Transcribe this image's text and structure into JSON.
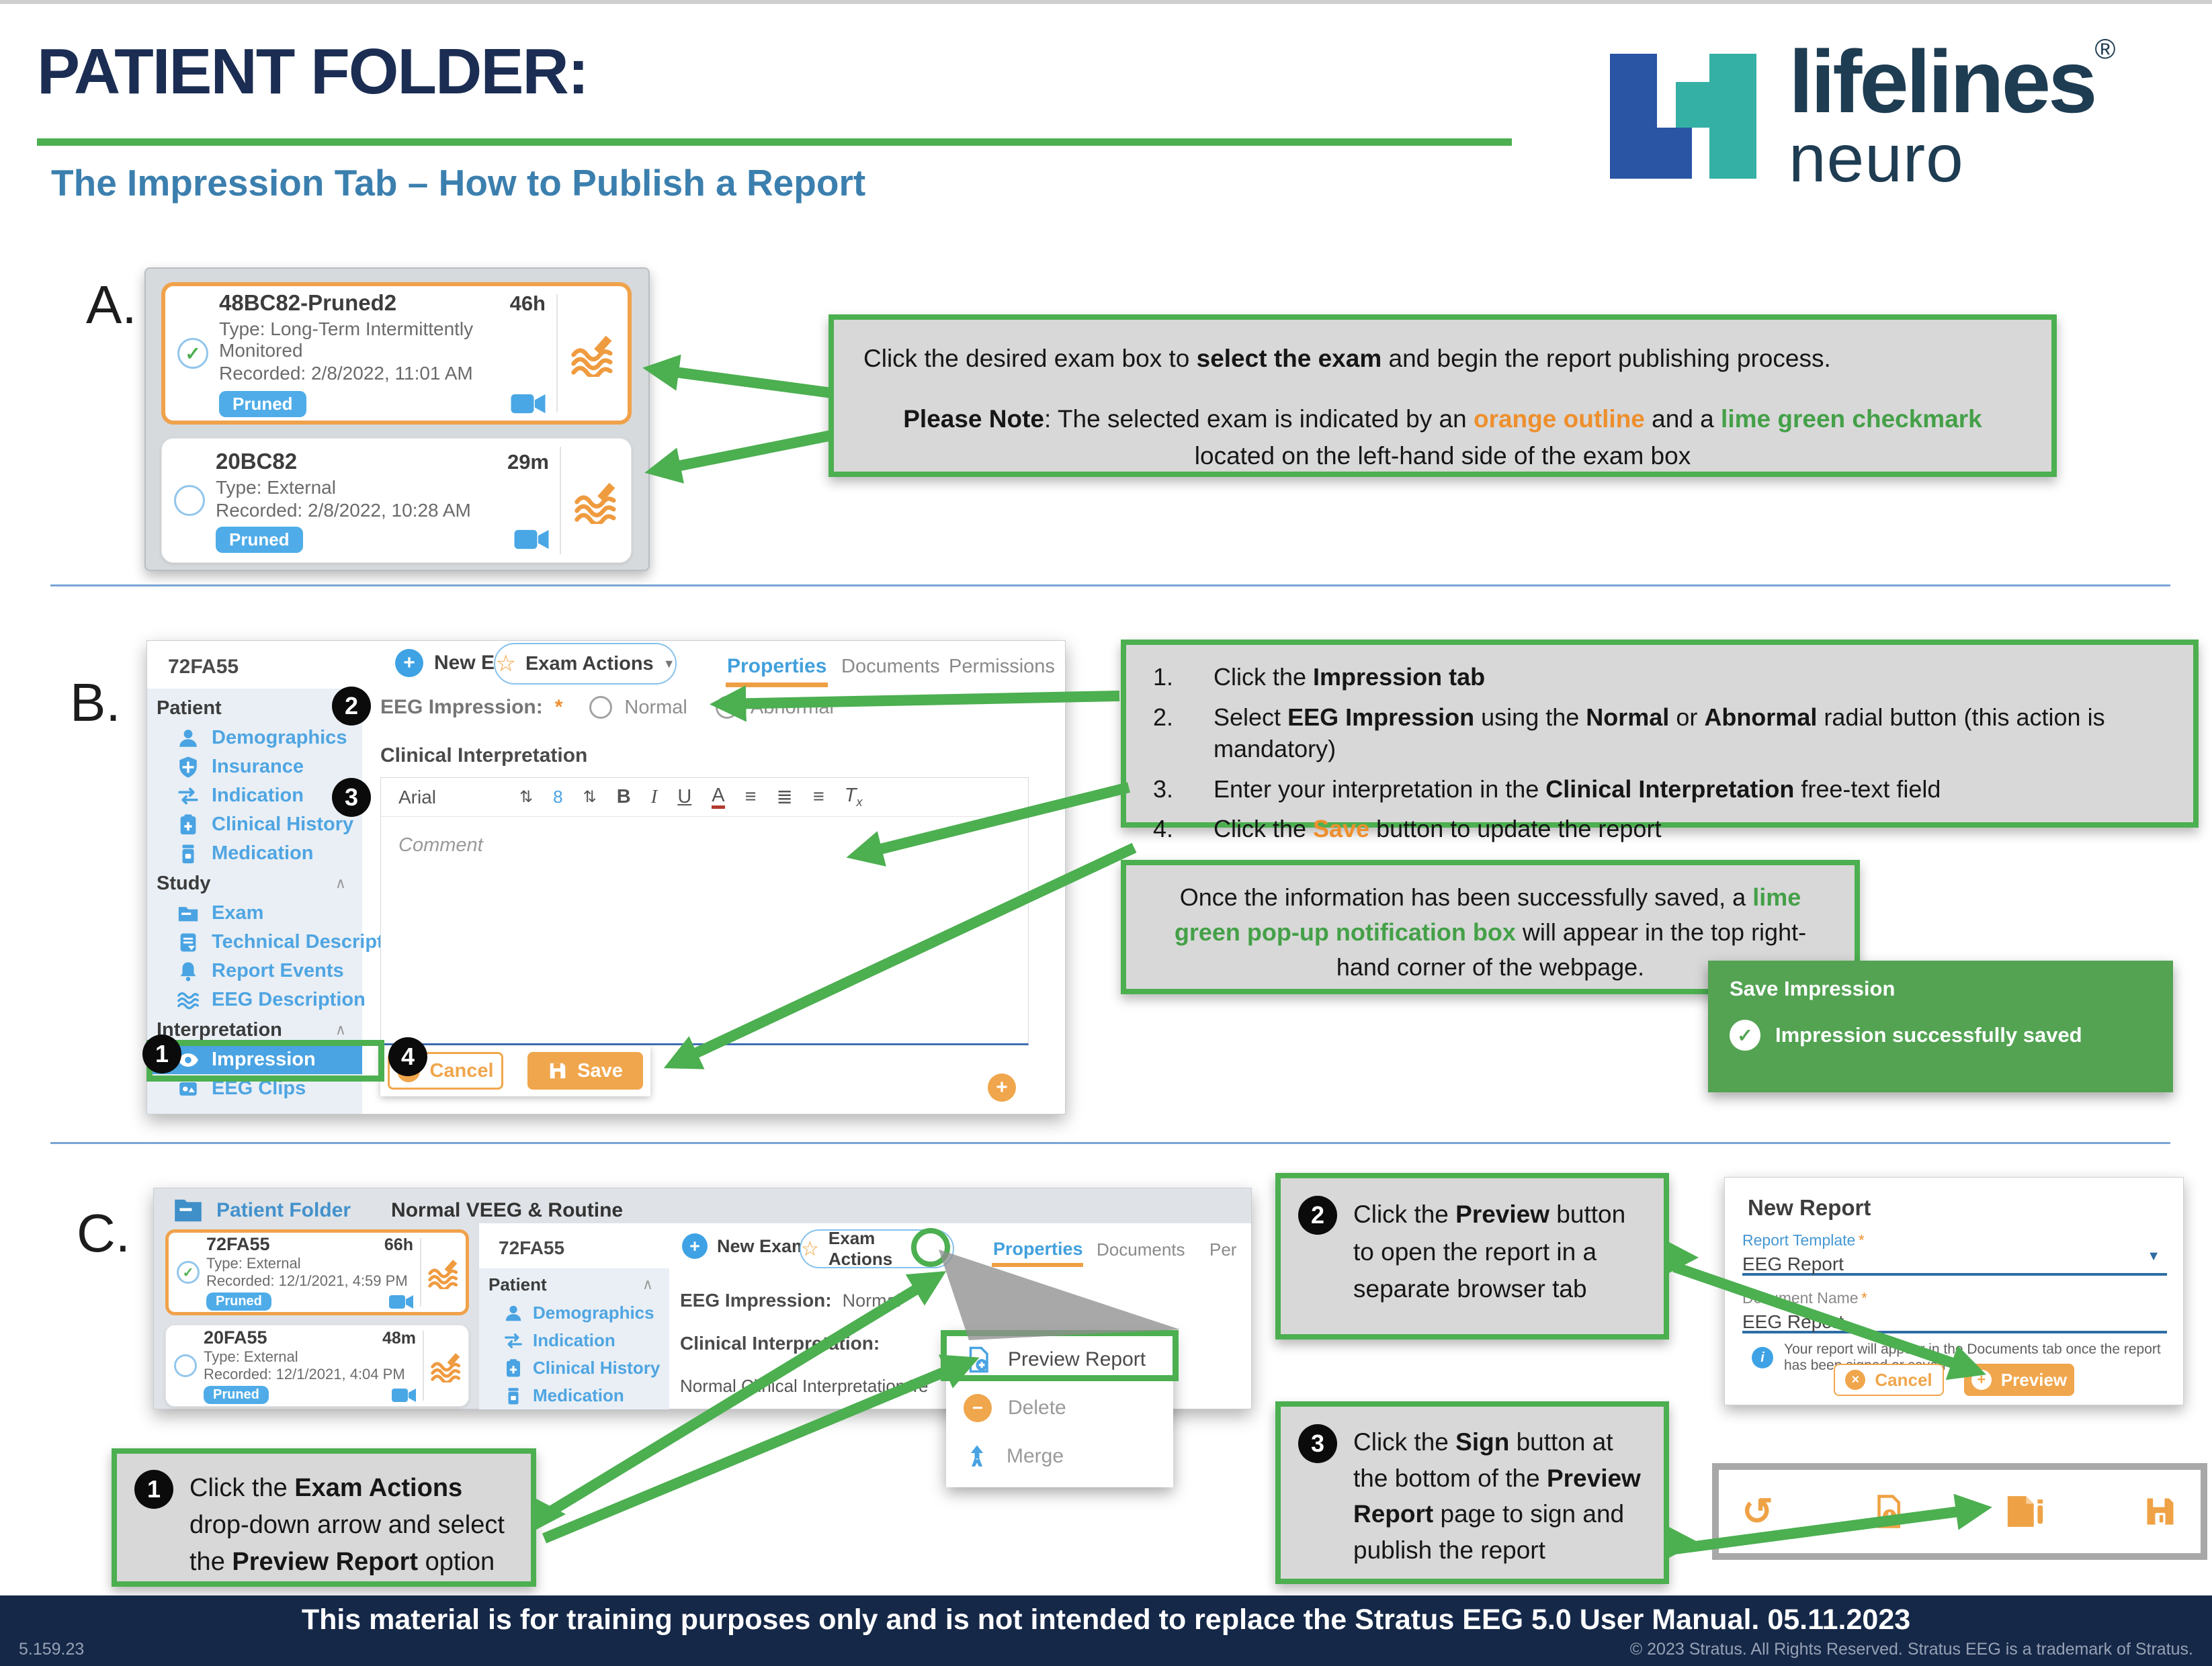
{
  "colors": {
    "orange": "#ee8f2d",
    "green": "#44a048"
  },
  "header": {
    "title": "PATIENT FOLDER:",
    "subtitle": "The Impression Tab – How to Publish a Report"
  },
  "logo": {
    "name": "lifelines",
    "registered": "®",
    "sub": "neuro"
  },
  "sections": {
    "a_label": "A.",
    "b_label": "B.",
    "c_label": "C."
  },
  "badge_numbers": [
    "1",
    "2",
    "3",
    "4"
  ],
  "steps_nums": [
    "1.",
    "2.",
    "3.",
    "4."
  ],
  "exams_a": [
    {
      "id": "48BC82-Pruned2",
      "duration": "46h",
      "type": "Type: Long-Term Intermittently Monitored",
      "recorded": "Recorded: 2/8/2022, 11:01 AM",
      "badge": "Pruned"
    },
    {
      "id": "20BC82",
      "duration": "29m",
      "type": "Type: External",
      "recorded": "Recorded: 2/8/2022, 10:28 AM",
      "badge": "Pruned"
    }
  ],
  "note_a": {
    "p1": [
      {
        "t": "Click the desired exam box to "
      },
      {
        "t": "select the exam",
        "b": true
      },
      {
        "t": " and begin the report publishing process."
      }
    ],
    "p2": [
      {
        "t": "Please Note",
        "b": true
      },
      {
        "t": ": The selected exam is indicated by an "
      },
      {
        "t": "orange outline",
        "b": true,
        "c": "orange"
      },
      {
        "t": " and a "
      },
      {
        "t": "lime green checkmark",
        "b": true,
        "c": "green"
      },
      {
        "t": " located on the left-hand side of the exam box"
      }
    ]
  },
  "app_b": {
    "patient_id": "72FA55",
    "new_exam": "New Exam",
    "exam_actions": "Exam Actions",
    "tabs": [
      "Properties",
      "Documents",
      "Permissions"
    ],
    "sidebar": {
      "groups": [
        {
          "header": "Patient",
          "items": [
            "Demographics",
            "Insurance",
            "Indication",
            "Clinical History",
            "Medication"
          ]
        },
        {
          "header": "Study",
          "items": [
            "Exam",
            "Technical Description",
            "Report Events",
            "EEG Description"
          ]
        },
        {
          "header": "Interpretation",
          "items": [
            "Impression",
            "EEG Clips"
          ]
        }
      ]
    },
    "eeg_impression_label": "EEG Impression:",
    "required_mark": "*",
    "radio_normal": "Normal",
    "radio_abnormal": "Abnormal",
    "clinical_interpretation_label": "Clinical Interpretation",
    "editor": {
      "font": "Arial",
      "size": "8",
      "placeholder": "Comment"
    },
    "cancel": "Cancel",
    "save": "Save"
  },
  "steps_b": [
    [
      {
        "t": "Click the "
      },
      {
        "t": "Impression tab",
        "b": true
      }
    ],
    [
      {
        "t": "Select "
      },
      {
        "t": "EEG Impression",
        "b": true
      },
      {
        "t": " using the "
      },
      {
        "t": "Normal",
        "b": true
      },
      {
        "t": " or "
      },
      {
        "t": "Abnormal",
        "b": true
      },
      {
        "t": " radial button (this action is mandatory)"
      }
    ],
    [
      {
        "t": "Enter your interpretation in the "
      },
      {
        "t": "Clinical Interpretation",
        "b": true
      },
      {
        "t": " free-text field"
      }
    ],
    [
      {
        "t": "Click the "
      },
      {
        "t": "Save",
        "b": true,
        "c": "orange"
      },
      {
        "t": " button to update the report"
      }
    ]
  ],
  "note_once": [
    {
      "t": "Once the information has been successfully saved, a "
    },
    {
      "t": "lime green pop-up notification box",
      "b": true,
      "c": "green"
    },
    {
      "t": " will appear in the top right-hand corner of the webpage."
    }
  ],
  "toast": {
    "title": "Save Impression",
    "message": "Impression successfully saved"
  },
  "exams_c": [
    {
      "id": "72FA55",
      "duration": "66h",
      "type": "Type: External",
      "recorded": "Recorded: 12/1/2021, 4:59 PM",
      "badge": "Pruned"
    },
    {
      "id": "20FA55",
      "duration": "48m",
      "type": "Type: External",
      "recorded": "Recorded: 12/1/2021, 4:04 PM",
      "badge": "Pruned"
    }
  ],
  "app_c": {
    "folder_label": "Patient Folder",
    "folder_name": "Normal VEEG & Routine",
    "patient_id": "72FA55",
    "new_exam": "New Exam",
    "exam_actions": "Exam Actions",
    "tabs": [
      "Properties",
      "Documents",
      "Per"
    ],
    "sidebar": {
      "header": "Patient",
      "items": [
        "Demographics",
        "Indication",
        "Clinical History",
        "Medication"
      ]
    },
    "impression_label": "EEG Impression:",
    "impression_value": "Normal",
    "interp_label": "Clinical Interpretation:",
    "interp_value": "Normal Clinical Interpretation Te",
    "menu": {
      "preview": "Preview Report",
      "delete": "Delete",
      "merge": "Merge"
    }
  },
  "step_c1": [
    {
      "t": "Click the "
    },
    {
      "t": "Exam Actions",
      "b": true
    },
    {
      "t": " drop-down arrow and select the "
    },
    {
      "t": "Preview Report",
      "b": true
    },
    {
      "t": " option"
    }
  ],
  "step_c2": [
    {
      "t": "Click the "
    },
    {
      "t": "Preview",
      "b": true
    },
    {
      "t": " button to open the report in a separate browser tab"
    }
  ],
  "step_c3": [
    {
      "t": "Click the "
    },
    {
      "t": "Sign",
      "b": true
    },
    {
      "t": " button at the bottom of the "
    },
    {
      "t": "Preview Report",
      "b": true
    },
    {
      "t": " page to sign and publish the report"
    }
  ],
  "dialog": {
    "title": "New Report",
    "template_label": "Report Template",
    "template_value": "EEG Report",
    "docname_label": "Document Name",
    "docname_value": "EEG Report",
    "required_mark": "*",
    "info": "Your report will appear in the Documents tab once the report has been signed or saved",
    "cancel": "Cancel",
    "preview": "Preview"
  },
  "footer": {
    "disclaimer": "This material is for training purposes only and is not intended to replace the Stratus EEG 5.0 User Manual. 05.11.2023",
    "version": "5.159.23",
    "copyright": "© 2023 Stratus. All Rights Reserved. Stratus EEG is a trademark of Stratus."
  },
  "icons": {
    "star": "☆",
    "caret_down": "▼",
    "chevron_up": "∧",
    "check": "✓",
    "close_x": "×",
    "plus": "+",
    "undo": "↺",
    "align": "≡",
    "list_numbered": "≣",
    "list_bulleted": "≡",
    "stepper": "⇅",
    "info": "i",
    "minus": "−",
    "bold": "B",
    "italic": "I",
    "underline": "U",
    "font_color": "A",
    "clear_format_t": "T",
    "clear_format_x": "x"
  }
}
